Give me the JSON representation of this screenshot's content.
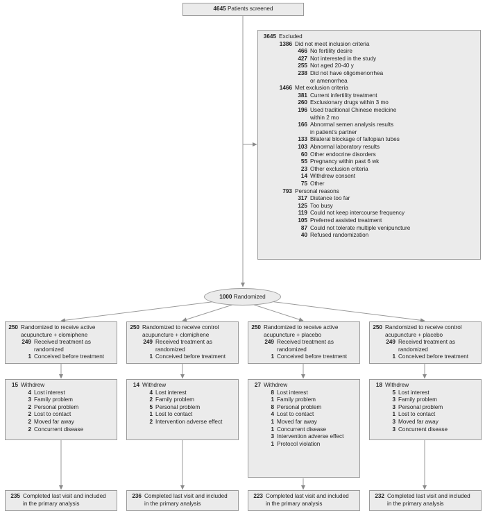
{
  "screened": {
    "n": "4645",
    "label": "Patients screened"
  },
  "excluded": {
    "n": "3645",
    "label": "Excluded",
    "groups": [
      {
        "n": "1386",
        "label": "Did not meet inclusion criteria",
        "items": [
          {
            "n": "466",
            "lines": [
              "No fertility desire"
            ]
          },
          {
            "n": "427",
            "lines": [
              "Not interested in the study"
            ]
          },
          {
            "n": "255",
            "lines": [
              "Not aged 20-40 y"
            ]
          },
          {
            "n": "238",
            "lines": [
              "Did not have oligomenorrhea",
              "or amenorrhea"
            ]
          }
        ]
      },
      {
        "n": "1466",
        "label": "Met exclusion criteria",
        "items": [
          {
            "n": "381",
            "lines": [
              "Current infertility treatment"
            ]
          },
          {
            "n": "260",
            "lines": [
              "Exclusionary drugs within 3 mo"
            ]
          },
          {
            "n": "196",
            "lines": [
              "Used traditional Chinese medicine",
              "within 2 mo"
            ]
          },
          {
            "n": "166",
            "lines": [
              "Abnormal semen analysis results",
              "in patient’s partner"
            ]
          },
          {
            "n": "133",
            "lines": [
              "Bilateral blockage of fallopian tubes"
            ]
          },
          {
            "n": "103",
            "lines": [
              "Abnormal laboratory results"
            ]
          },
          {
            "n": "60",
            "lines": [
              "Other endocrine disorders"
            ]
          },
          {
            "n": "55",
            "lines": [
              "Pregnancy within past 6 wk"
            ]
          },
          {
            "n": "23",
            "lines": [
              "Other exclusion criteria"
            ]
          },
          {
            "n": "14",
            "lines": [
              "Withdrew consent"
            ]
          },
          {
            "n": "75",
            "lines": [
              "Other"
            ]
          }
        ]
      },
      {
        "n": "793",
        "label": "Personal reasons",
        "items": [
          {
            "n": "317",
            "lines": [
              "Distance too far"
            ]
          },
          {
            "n": "125",
            "lines": [
              "Too busy"
            ]
          },
          {
            "n": "119",
            "lines": [
              "Could not keep intercourse frequency"
            ]
          },
          {
            "n": "105",
            "lines": [
              "Preferred assisted treatment"
            ]
          },
          {
            "n": "87",
            "lines": [
              "Could not tolerate multiple venipuncture"
            ]
          },
          {
            "n": "40",
            "lines": [
              "Refused randomization"
            ]
          }
        ]
      }
    ]
  },
  "randomized": {
    "n": "1000",
    "label": "Randomized"
  },
  "arms": [
    {
      "alloc": {
        "n": "250",
        "lines": [
          "Randomized to receive active",
          "acupuncture + clomiphene"
        ],
        "items": [
          {
            "n": "249",
            "lines": [
              "Received treatment as",
              "randomized"
            ]
          },
          {
            "n": "1",
            "lines": [
              "Conceived before treatment"
            ]
          }
        ]
      },
      "withdrew": {
        "n": "15",
        "label": "Withdrew",
        "items": [
          {
            "n": "4",
            "text": "Lost interest"
          },
          {
            "n": "3",
            "text": "Family problem"
          },
          {
            "n": "2",
            "text": "Personal problem"
          },
          {
            "n": "2",
            "text": "Lost to contact"
          },
          {
            "n": "2",
            "text": "Moved far away"
          },
          {
            "n": "2",
            "text": "Concurrent disease"
          }
        ]
      },
      "completed": {
        "n": "235",
        "lines": [
          "Completed last visit and included",
          "in the primary analysis"
        ]
      }
    },
    {
      "alloc": {
        "n": "250",
        "lines": [
          "Randomized to receive control",
          "acupuncture + clomiphene"
        ],
        "items": [
          {
            "n": "249",
            "lines": [
              "Received treatment as",
              "randomized"
            ]
          },
          {
            "n": "1",
            "lines": [
              "Conceived before treatment"
            ]
          }
        ]
      },
      "withdrew": {
        "n": "14",
        "label": "Withdrew",
        "items": [
          {
            "n": "4",
            "text": "Lost interest"
          },
          {
            "n": "2",
            "text": "Family problem"
          },
          {
            "n": "5",
            "text": "Personal problem"
          },
          {
            "n": "1",
            "text": "Lost to contact"
          },
          {
            "n": "2",
            "text": "Intervention adverse effect"
          }
        ]
      },
      "completed": {
        "n": "236",
        "lines": [
          "Completed last visit and included",
          "in the primary analysis"
        ]
      }
    },
    {
      "alloc": {
        "n": "250",
        "lines": [
          "Randomized to receive active",
          "acupuncture + placebo"
        ],
        "items": [
          {
            "n": "249",
            "lines": [
              "Received treatment as",
              "randomized"
            ]
          },
          {
            "n": "1",
            "lines": [
              "Conceived before treatment"
            ]
          }
        ]
      },
      "withdrew": {
        "n": "27",
        "label": "Withdrew",
        "items": [
          {
            "n": "8",
            "text": "Lost interest"
          },
          {
            "n": "1",
            "text": "Family problem"
          },
          {
            "n": "8",
            "text": "Personal problem"
          },
          {
            "n": "4",
            "text": "Lost to contact"
          },
          {
            "n": "1",
            "text": "Moved far away"
          },
          {
            "n": "1",
            "text": "Concurrent disease"
          },
          {
            "n": "3",
            "text": "Intervention adverse effect"
          },
          {
            "n": "1",
            "text": "Protocol violation"
          }
        ]
      },
      "completed": {
        "n": "223",
        "lines": [
          "Completed last visit and included",
          "in the primary analysis"
        ]
      }
    },
    {
      "alloc": {
        "n": "250",
        "lines": [
          "Randomized to receive control",
          "acupuncture + placebo"
        ],
        "items": [
          {
            "n": "249",
            "lines": [
              "Received treatment as",
              "randomized"
            ]
          },
          {
            "n": "1",
            "lines": [
              "Conceived before treatment"
            ]
          }
        ]
      },
      "withdrew": {
        "n": "18",
        "label": "Withdrew",
        "items": [
          {
            "n": "5",
            "text": "Lost interest"
          },
          {
            "n": "3",
            "text": "Family problem"
          },
          {
            "n": "3",
            "text": "Personal problem"
          },
          {
            "n": "1",
            "text": "Lost to contact"
          },
          {
            "n": "3",
            "text": "Moved far away"
          },
          {
            "n": "3",
            "text": "Concurrent disease"
          }
        ]
      },
      "completed": {
        "n": "232",
        "lines": [
          "Completed last visit and included",
          "in the primary analysis"
        ]
      }
    }
  ]
}
